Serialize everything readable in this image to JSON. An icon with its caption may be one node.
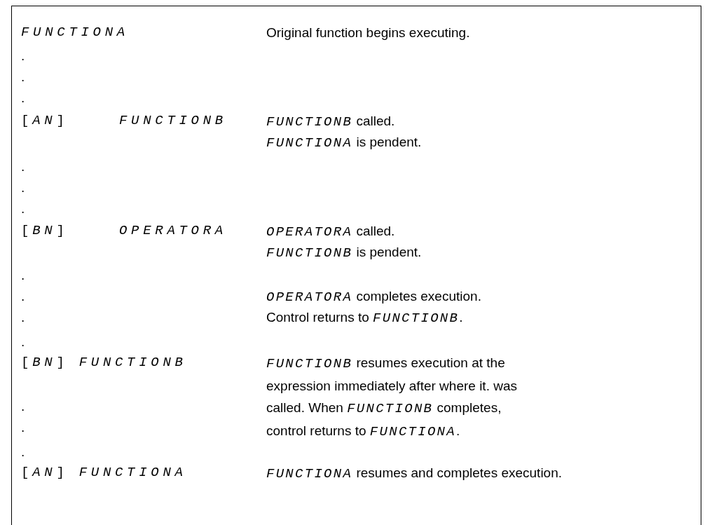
{
  "diagram": {
    "labels": [
      "FUNCTIONA",
      "Original function begins executing.",
      ".",
      ".",
      ".",
      "[*AN*]",
      "FUNCTIONB",
      "*FUNCTIONB* called.",
      "*FUNCTIONA* is pendent.",
      ".",
      ".",
      ".",
      "[*BN*]",
      "OPERATORA",
      "*OPERATORA* called.",
      "*FUNCTIONB* is pendent.",
      ".",
      ".",
      "*OPERATORA* completes execution.",
      ".",
      "Control returns to *FUNCTIONB*.",
      ".",
      "[*BN*] *FUNCTIONB*",
      "*FUNCTIONB* resumes execution at the expression immediately after where it. was called. When *FUNCTIONB* completes, control returns to *FUNCTIONA*.",
      ".",
      ".",
      ".",
      "[*AN*] *FUNCTIONA*",
      "*FUNCTIONA* resumes and completes execution."
    ]
  }
}
